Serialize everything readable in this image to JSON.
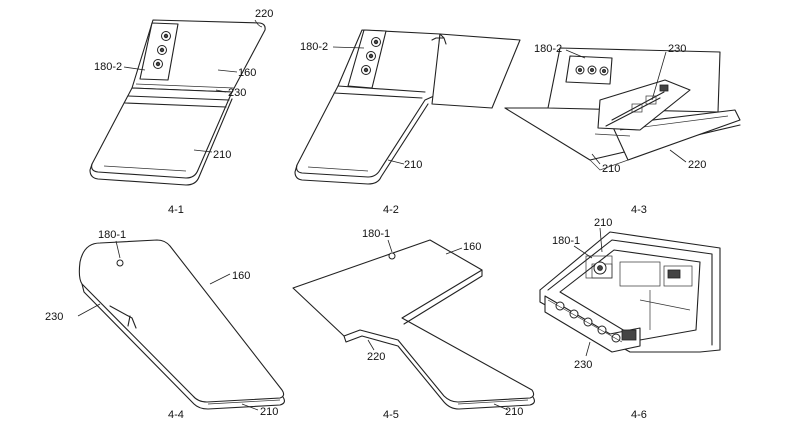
{
  "figures": [
    {
      "id": "4-1",
      "caption": "4-1",
      "labels": {
        "a": "220",
        "b": "180-2",
        "c": "160",
        "d": "230",
        "e": "210"
      }
    },
    {
      "id": "4-2",
      "caption": "4-2",
      "labels": {
        "a": "180-2",
        "b": "210"
      }
    },
    {
      "id": "4-3",
      "caption": "4-3",
      "labels": {
        "a": "180-2",
        "b": "230",
        "c": "210",
        "d": "220"
      }
    },
    {
      "id": "4-4",
      "caption": "4-4",
      "labels": {
        "a": "180-1",
        "b": "160",
        "c": "230",
        "d": "210"
      }
    },
    {
      "id": "4-5",
      "caption": "4-5",
      "labels": {
        "a": "180-1",
        "b": "160",
        "c": "220",
        "d": "210"
      }
    },
    {
      "id": "4-6",
      "caption": "4-6",
      "labels": {
        "a": "210",
        "b": "180-1",
        "c": "230"
      }
    }
  ],
  "colors": {
    "line": "#222222",
    "background": "#ffffff"
  }
}
